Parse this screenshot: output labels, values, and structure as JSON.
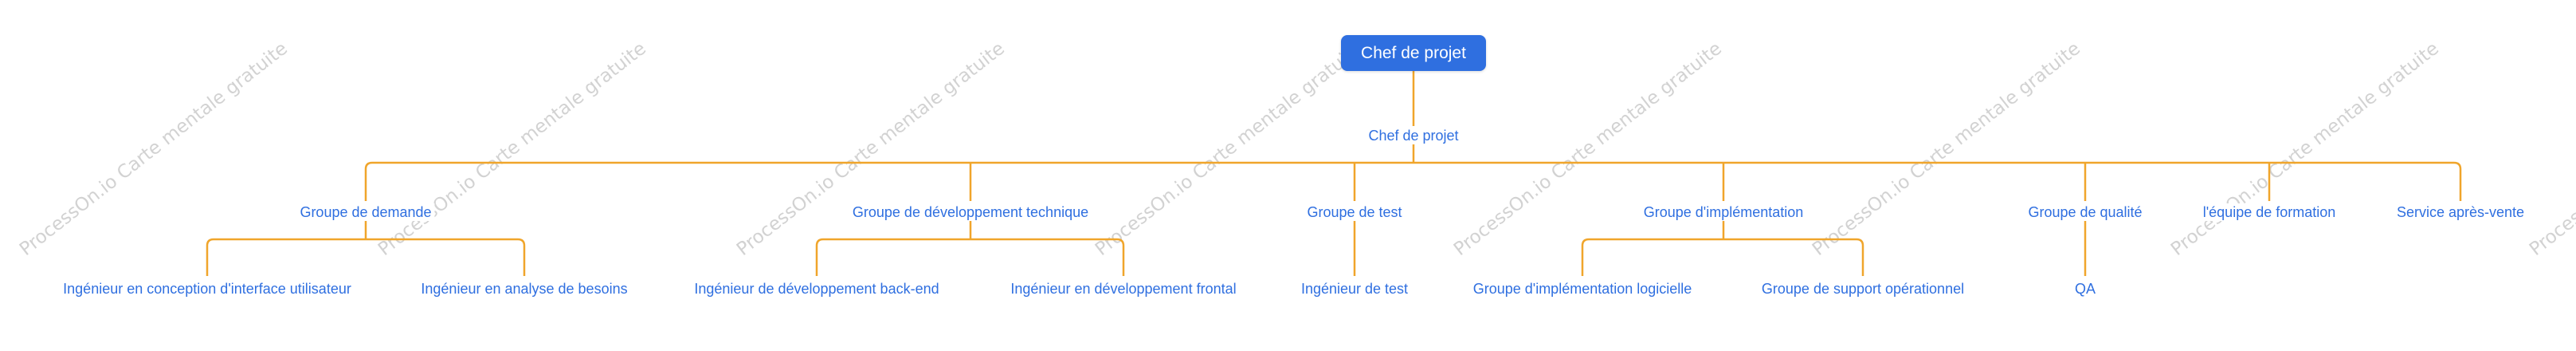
{
  "watermark_text": "ProcessOn.io Carte mentale gratuite",
  "colors": {
    "node": "#2f6fe0",
    "connector": "#f0a52b",
    "label": "#2f6fe0",
    "watermark": "#d2d2d2"
  },
  "diagram": {
    "root": "Chef de projet",
    "hub": "Chef de projet",
    "groups": [
      {
        "label": "Groupe de demande",
        "members": [
          "Ingénieur en conception d'interface utilisateur",
          "Ingénieur en analyse de besoins"
        ]
      },
      {
        "label": "Groupe de développement technique",
        "members": [
          "Ingénieur de développement back-end",
          "Ingénieur en développement frontal"
        ]
      },
      {
        "label": "Groupe de test",
        "members": [
          "Ingénieur de test"
        ]
      },
      {
        "label": "Groupe d'implémentation",
        "members": [
          "Groupe d'implémentation logicielle",
          "Groupe de support opérationnel"
        ]
      },
      {
        "label": "Groupe de qualité",
        "members": [
          "QA"
        ]
      },
      {
        "label": "l'équipe de formation",
        "members": []
      },
      {
        "label": "Service après-vente",
        "members": []
      }
    ]
  }
}
